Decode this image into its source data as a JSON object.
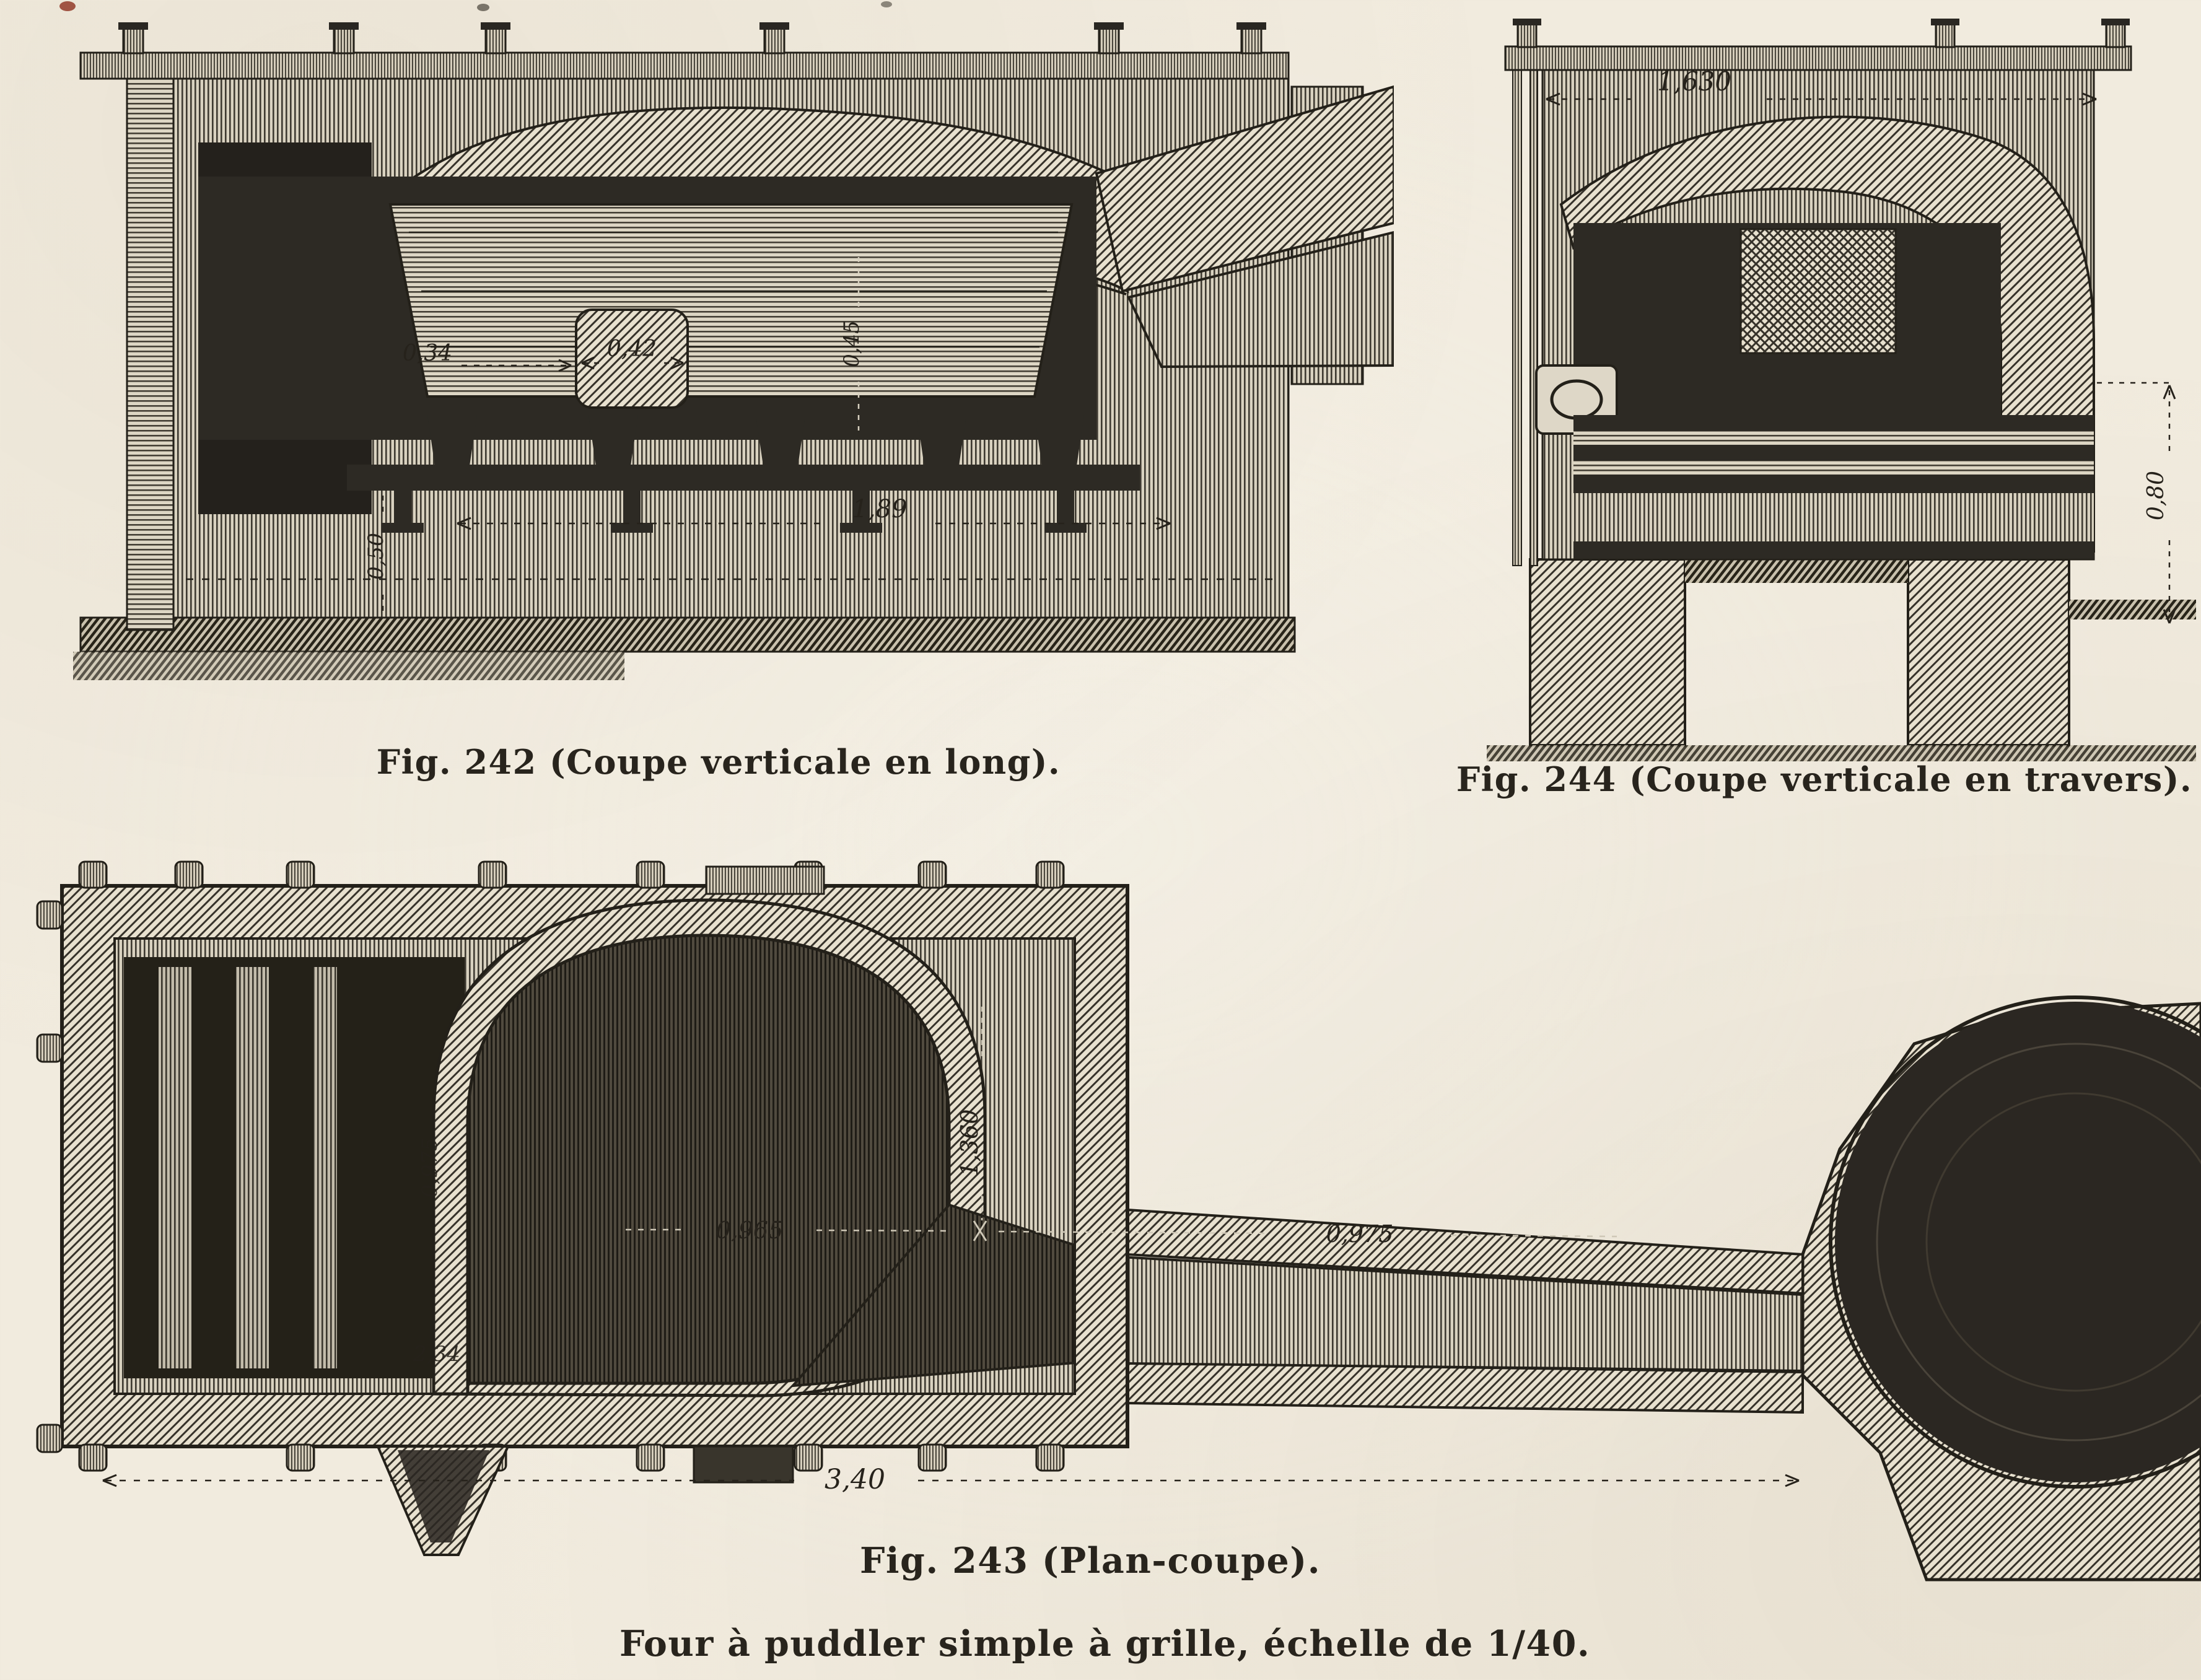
{
  "colors": {
    "paper": "#f1ebde",
    "ink": "#2a2620"
  },
  "fig242": {
    "caption": "Fig. 242 (Coupe verticale en long).",
    "dims": {
      "d034": "0,34",
      "d042": "0,42",
      "d045": "0,45",
      "d050": "0,50",
      "d189": "1,89"
    }
  },
  "fig244": {
    "caption": "Fig. 244 (Coupe verticale en travers).",
    "dims": {
      "d1630": "1,630",
      "d080": "0,80"
    }
  },
  "fig243": {
    "caption": "Fig. 243 (Plan-coupe).",
    "dims": {
      "d0965": "0,965",
      "d1360": "1,360",
      "d0975": "0,975",
      "d340": "3,40",
      "dwall": "0,975",
      "d234": "2,34"
    }
  },
  "footer": {
    "subtitle": "Four à puddler simple à grille, échelle de 1/40."
  }
}
